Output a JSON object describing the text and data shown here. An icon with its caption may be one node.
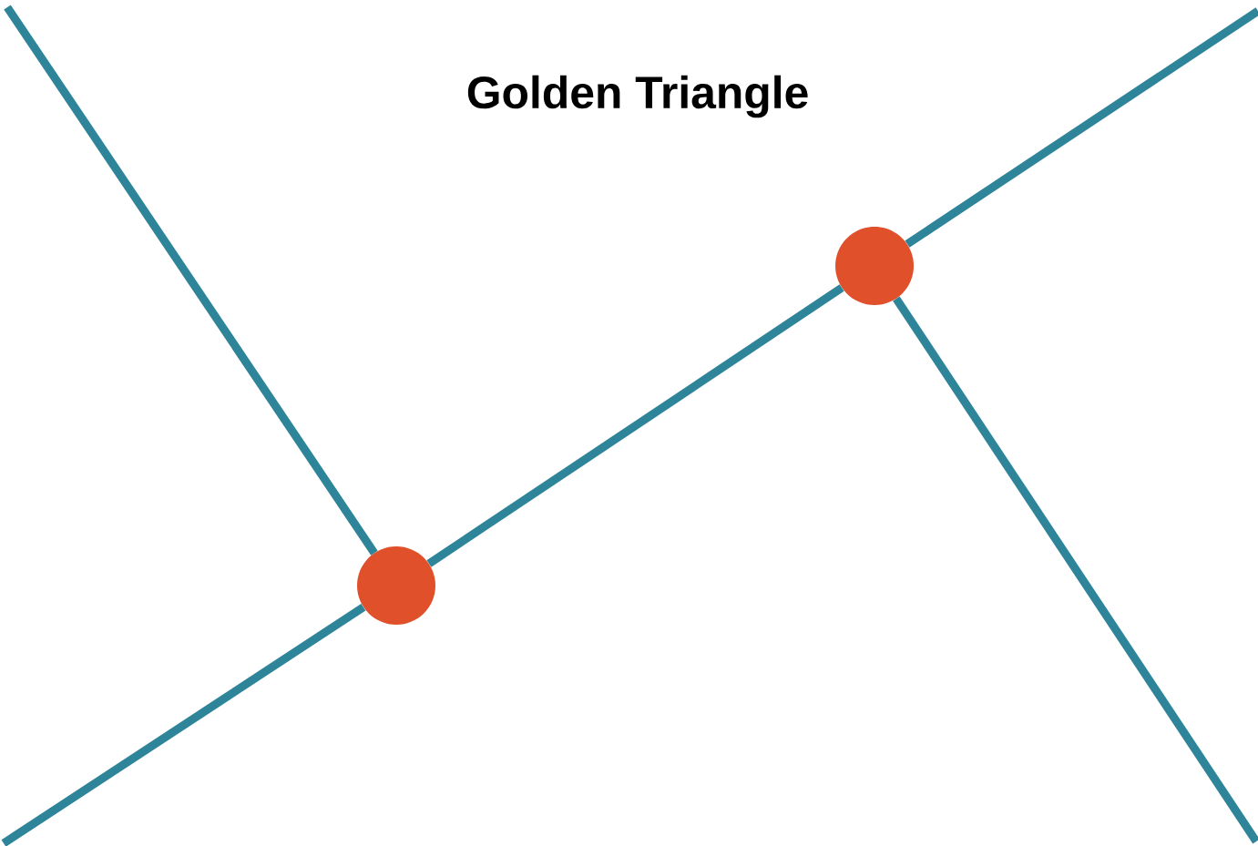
{
  "diagram": {
    "title": "Golden Triangle",
    "nodes": [
      {
        "text": [],
        "shape": "circle"
      },
      {
        "text": [],
        "shape": "circle"
      }
    ],
    "edges": [
      {
        "from": null,
        "to": 0,
        "arrow": "none"
      },
      {
        "from": 0,
        "to": 1,
        "arrow": "none"
      },
      {
        "from": 1,
        "to": null,
        "arrow": "none"
      },
      {
        "from": null,
        "to": 0,
        "arrow": "none"
      },
      {
        "from": 1,
        "to": null,
        "arrow": "none"
      }
    ]
  }
}
